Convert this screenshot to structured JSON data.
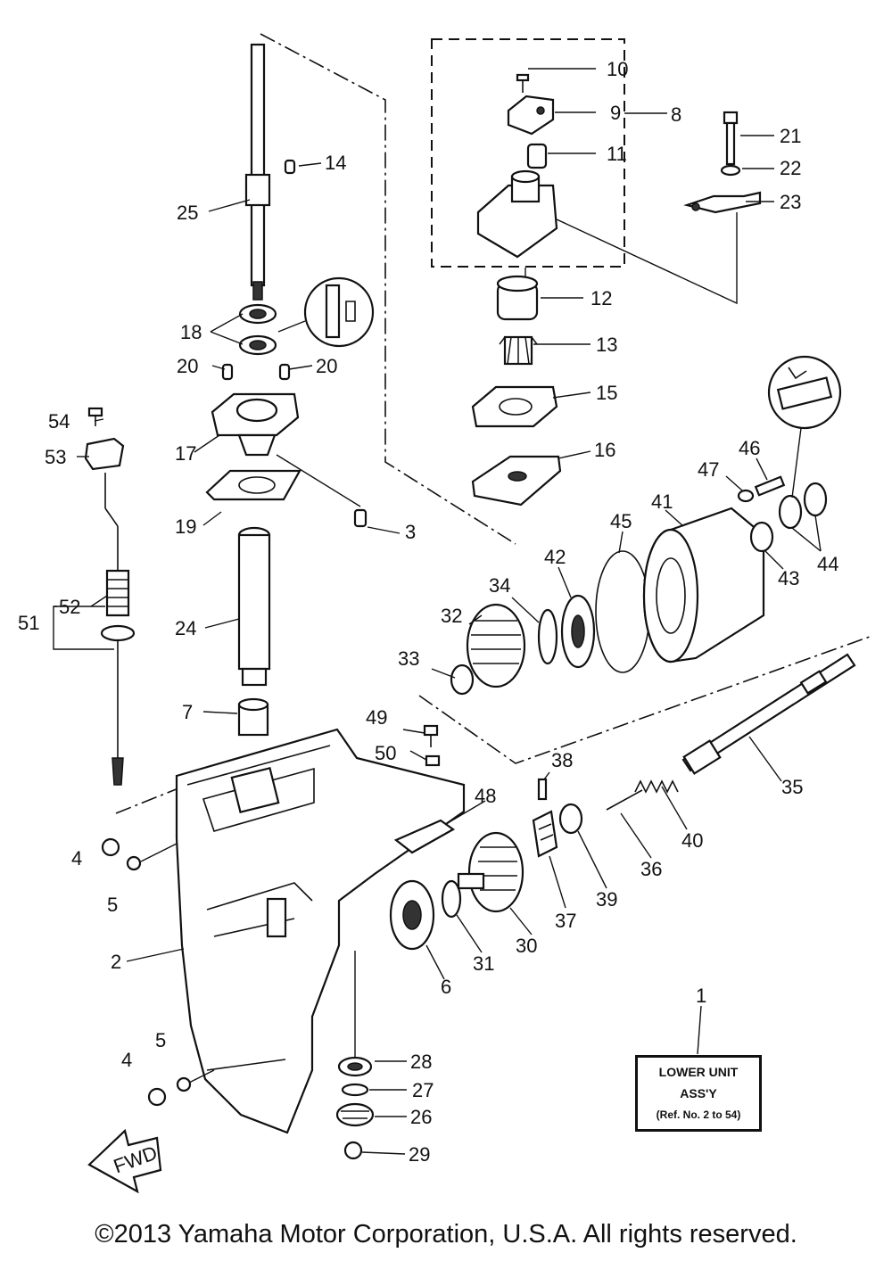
{
  "diagram": {
    "assembly_label": {
      "line1": "LOWER UNIT",
      "line2": "ASS'Y",
      "line3": "(Ref. No. 2 to 54)"
    },
    "fwd_label": "FWD",
    "copyright": "©2013 Yamaha Motor Corporation, U.S.A. All rights reserved."
  },
  "callouts": [
    "1",
    "2",
    "3",
    "4",
    "4",
    "5",
    "5",
    "6",
    "7",
    "8",
    "9",
    "10",
    "11",
    "12",
    "13",
    "14",
    "15",
    "16",
    "17",
    "18",
    "19",
    "20",
    "20",
    "21",
    "22",
    "23",
    "24",
    "25",
    "26",
    "27",
    "28",
    "29",
    "30",
    "31",
    "32",
    "33",
    "34",
    "35",
    "36",
    "37",
    "38",
    "39",
    "40",
    "41",
    "42",
    "43",
    "44",
    "45",
    "46",
    "47",
    "48",
    "49",
    "50",
    "51",
    "52",
    "53",
    "54"
  ]
}
